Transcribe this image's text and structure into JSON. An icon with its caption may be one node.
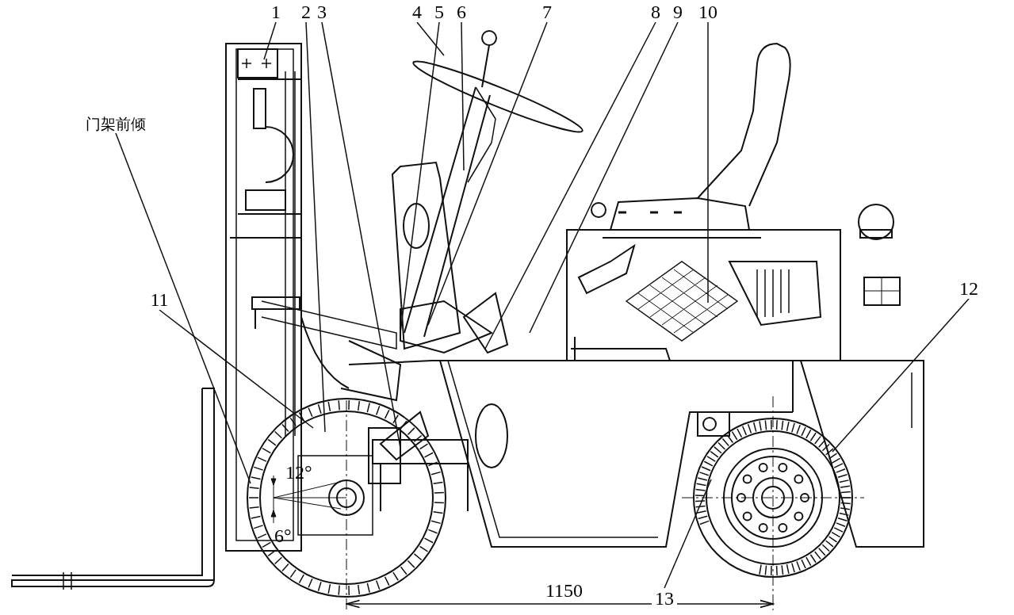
{
  "diagram": {
    "nodes": [
      {
        "text": [
          "1"
        ]
      },
      {
        "text": [
          "2"
        ]
      },
      {
        "text": [
          "3"
        ]
      },
      {
        "text": [
          "4"
        ]
      },
      {
        "text": [
          "5"
        ]
      },
      {
        "text": [
          "6"
        ]
      },
      {
        "text": [
          "7"
        ]
      },
      {
        "text": [
          "8"
        ]
      },
      {
        "text": [
          "9"
        ]
      },
      {
        "text": [
          "10"
        ]
      },
      {
        "text": [
          "11"
        ]
      },
      {
        "text": [
          "12"
        ]
      },
      {
        "text": [
          "13"
        ]
      },
      {
        "text": [
          "门架前倾"
        ]
      }
    ],
    "edges": [
      {
        "from": 0,
        "to": null,
        "arrow": "none"
      },
      {
        "from": 1,
        "to": null,
        "arrow": "none"
      },
      {
        "from": 2,
        "to": null,
        "arrow": "none"
      },
      {
        "from": 3,
        "to": null,
        "arrow": "none"
      },
      {
        "from": 4,
        "to": null,
        "arrow": "none"
      },
      {
        "from": 5,
        "to": null,
        "arrow": "none"
      },
      {
        "from": 6,
        "to": null,
        "arrow": "none"
      },
      {
        "from": 7,
        "to": null,
        "arrow": "none"
      },
      {
        "from": 8,
        "to": null,
        "arrow": "none"
      },
      {
        "from": 9,
        "to": null,
        "arrow": "none"
      },
      {
        "from": 10,
        "to": null,
        "arrow": "none"
      },
      {
        "from": 11,
        "to": null,
        "arrow": "none"
      },
      {
        "from": 12,
        "to": null,
        "arrow": "none"
      },
      {
        "from": 13,
        "to": null,
        "arrow": "none"
      }
    ],
    "labels": [
      "12°",
      "6°",
      "1150"
    ]
  }
}
